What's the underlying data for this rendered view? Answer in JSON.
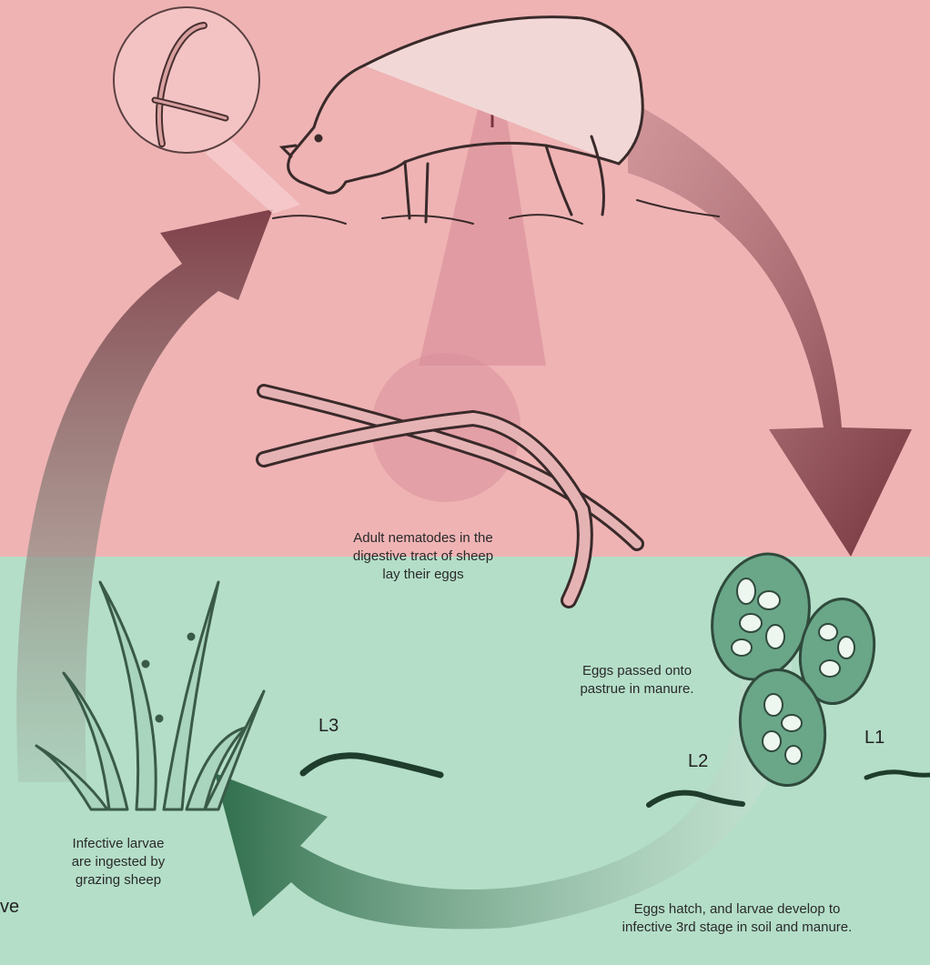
{
  "colors": {
    "top_band": "#efb3b4",
    "bottom_band": "#b4dec8",
    "arrow_top": "#8a3e46",
    "arrow_bottom": "#3a7a5a",
    "ink": "#3a2a2a",
    "egg_fill": "#6aa688"
  },
  "labels": {
    "adult_nematodes": "Adult nematodes in the\ndigestive tract of sheep\nlay their eggs",
    "eggs_passed": "Eggs passed onto\npastrue in manure.",
    "eggs_hatch": "Eggs hatch, and larvae develop to\ninfective 3rd stage in soil and manure.",
    "infective_larvae": "Infective larvae\nare ingested by\ngrazing sheep",
    "stage_l1": "L1",
    "stage_l2": "L2",
    "stage_l3": "L3",
    "edge_fragment": "ve"
  },
  "icons": [
    "sheep-icon",
    "magnified-worm-icon",
    "adult-nematode-icon",
    "egg-icon",
    "larva-icon",
    "grass-icon",
    "cycle-arrow-icon"
  ]
}
